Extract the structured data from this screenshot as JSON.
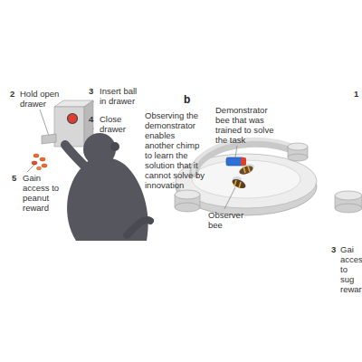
{
  "diagram": {
    "labels": [
      "2",
      "Hold open drawer",
      "3",
      "Insert ball in drawer",
      "4",
      "Close drawer",
      "5",
      "Gain access to peanut reward",
      "Observing the demonstrator enables another chimp to learn the solution that it cannot solve by innovation",
      "b",
      "Demonstrator bee that was trained to solve the task",
      "Observer bee",
      "1",
      "3",
      "Gai acces to sug rewar"
    ]
  }
}
